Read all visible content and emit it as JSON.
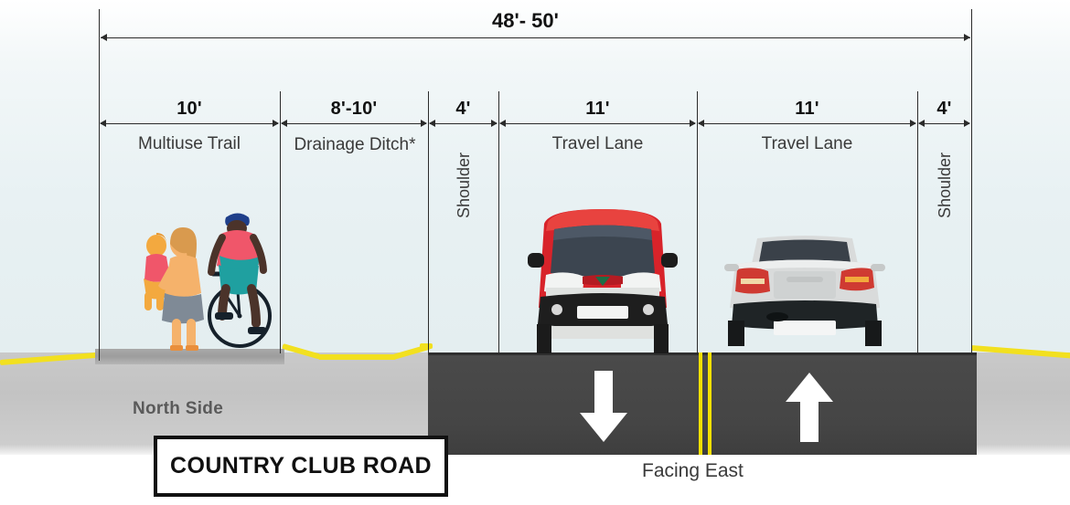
{
  "diagram": {
    "title": "COUNTRY CLUB ROAD",
    "side_label": "North Side",
    "orientation_label": "Facing East",
    "total_dimension": "48'- 50'",
    "colors": {
      "asphalt": "#454545",
      "center_line_yellow": "#f5e000",
      "grade_line_yellow": "#f2e01f",
      "trail_slab": "#a9a9a9",
      "ground": "#c9c9c9",
      "dimension_stroke": "#2b2b2b",
      "van_red": "#d8232a",
      "car_silver": "#d9dbdb"
    },
    "segments": [
      {
        "id": "multiuse-trail",
        "value": "10'",
        "name": "Multiuse Trail",
        "orientation": "horizontal"
      },
      {
        "id": "drainage-ditch",
        "value": "8'-10'",
        "name": "Drainage Ditch*",
        "orientation": "horizontal"
      },
      {
        "id": "shoulder-left",
        "value": "4'",
        "name": "Shoulder",
        "orientation": "vertical"
      },
      {
        "id": "travel-lane-1",
        "value": "11'",
        "name": "Travel Lane",
        "orientation": "horizontal"
      },
      {
        "id": "travel-lane-2",
        "value": "11'",
        "name": "Travel Lane",
        "orientation": "horizontal"
      },
      {
        "id": "shoulder-right",
        "value": "4'",
        "name": "Shoulder",
        "orientation": "vertical"
      }
    ],
    "figures": [
      {
        "id": "pedestrian-adult-child",
        "name": "woman-holding-child"
      },
      {
        "id": "cyclist",
        "name": "cyclist-rear-view"
      },
      {
        "id": "van",
        "name": "red-van-front-view"
      },
      {
        "id": "car",
        "name": "silver-car-rear-view"
      }
    ],
    "traffic": [
      {
        "id": "lane-1-direction",
        "name": "arrow-down"
      },
      {
        "id": "lane-2-direction",
        "name": "arrow-up"
      }
    ]
  }
}
